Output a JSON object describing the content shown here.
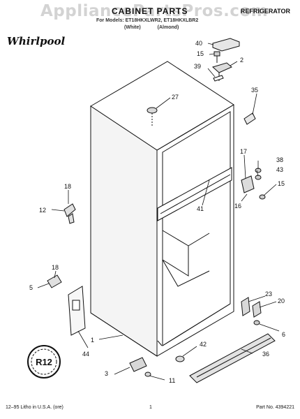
{
  "header": {
    "watermark": "AppliancePartsPros.com",
    "title": "CABINET PARTS",
    "category": "REFRIGERATOR",
    "models_line": "For Models: ET18HKXLWR2, ET18HKXLBR2",
    "color_labels": [
      "(White)",
      "(Almond)"
    ]
  },
  "brand": "Whirlpool",
  "badge": "R12",
  "callouts": [
    "40",
    "2",
    "15",
    "39",
    "35",
    "27",
    "17",
    "38",
    "43",
    "15",
    "18",
    "16",
    "41",
    "12",
    "18",
    "5",
    "23",
    "20",
    "6",
    "1",
    "44",
    "42",
    "36",
    "3",
    "11"
  ],
  "footer": {
    "left": "12–95 Litho in U.S.A. (ore)",
    "center": "1",
    "right": "Part No. 4394221"
  }
}
